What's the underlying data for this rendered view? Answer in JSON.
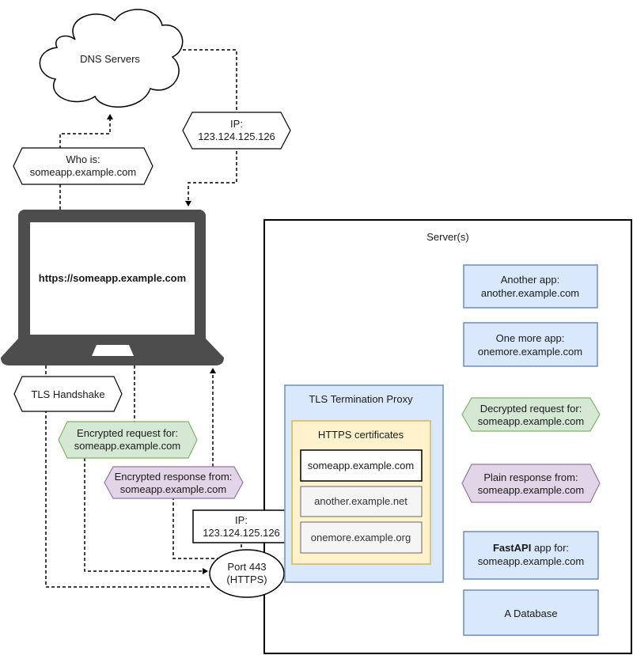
{
  "dns_servers": {
    "label": "DNS Servers"
  },
  "who_is": {
    "line1": "Who is:",
    "line2": "someapp.example.com"
  },
  "ip_from_dns": {
    "line1": "IP:",
    "line2": "123.124.125.126"
  },
  "laptop": {
    "screen_text": "https://someapp.example.com"
  },
  "tls_handshake": {
    "label": "TLS Handshake"
  },
  "encrypted_request": {
    "line1": "Encrypted request for:",
    "line2": "someapp.example.com"
  },
  "encrypted_response": {
    "line1": "Encrypted response from:",
    "line2": "someapp.example.com"
  },
  "ip_server": {
    "line1": "IP:",
    "line2": "123.124.125.126"
  },
  "port": {
    "line1": "Port 443",
    "line2": "(HTTPS)"
  },
  "server": {
    "title": "Server(s)",
    "another_app": {
      "line1": "Another app:",
      "line2": "another.example.com"
    },
    "one_more_app": {
      "line1": "One more app:",
      "line2": "onemore.example.com"
    },
    "proxy": {
      "title": "TLS Termination Proxy"
    },
    "certificates": {
      "title": "HTTPS certificates",
      "items": [
        "someapp.example.com",
        "another.example.net",
        "onemore.example.org"
      ]
    },
    "decrypted_request": {
      "line1": "Decrypted request for:",
      "line2": "someapp.example.com"
    },
    "plain_response": {
      "line1": "Plain response from:",
      "line2": "someapp.example.com"
    },
    "fastapi_app": {
      "bold": "FastAPI",
      "rest": " app for:",
      "line2": "someapp.example.com"
    },
    "database": {
      "label": "A Database"
    }
  },
  "colors": {
    "blue_fill": "#dae8fc",
    "blue_stroke": "#6c8ebf",
    "yellow_fill": "#fff2cc",
    "yellow_stroke": "#d6b656",
    "green_fill": "#d5e8d4",
    "green_stroke": "#82b366",
    "purple_fill": "#e1d5e7",
    "purple_stroke": "#9673a6",
    "laptop": "#4d4d4d"
  }
}
